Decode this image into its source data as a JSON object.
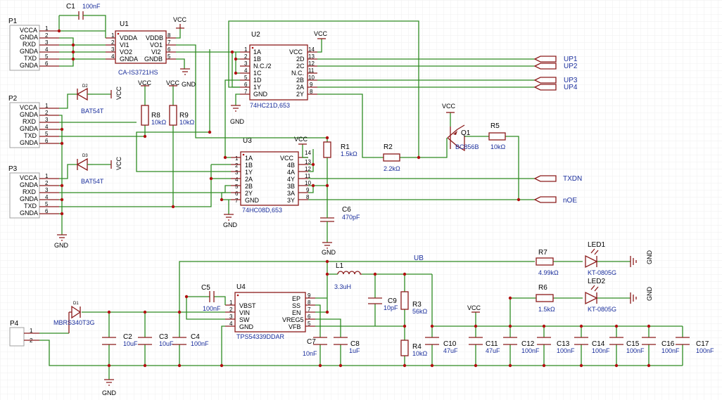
{
  "parts": {
    "P1": "P1",
    "P2": "P2",
    "P3": "P3",
    "P4": "P4",
    "C1": "C1",
    "C1v": "100nF",
    "U1": "U1",
    "U1v": "CA-IS3721HS",
    "U2": "U2",
    "U2v": "74HC21D,653",
    "U3": "U3",
    "U3v": "74HC08D,653",
    "U4": "U4",
    "U4v": "TPS54339DDAR",
    "R1": "R1",
    "R1v": "1.5kΩ",
    "R2": "R2",
    "R2v": "2.2kΩ",
    "R3": "R3",
    "R3v": "56kΩ",
    "R4": "R4",
    "R4v": "10kΩ",
    "R5": "R5",
    "R5v": "10kΩ",
    "R6": "R6",
    "R6v": "1.5kΩ",
    "R7": "R7",
    "R7v": "4.99kΩ",
    "R8": "R8",
    "R8v": "10kΩ",
    "R9": "R9",
    "R9v": "10kΩ",
    "Q1": "Q1",
    "Q1v": "BC856B",
    "D1": "D1",
    "D1v": "MBRS340T3G",
    "D2": "D2",
    "D3": "D3",
    "D2v": "BAT54T",
    "D3v": "BAT54T",
    "L1": "L1",
    "L1v": "3.3uH",
    "LED1": "LED1",
    "LED2": "LED2",
    "LEDv": "KT-0805G",
    "C2": "C2",
    "C2v": "10uF",
    "C3": "C3",
    "C3v": "10uF",
    "C4": "C4",
    "C4v": "100nF",
    "C5": "C5",
    "C5v": "100nF",
    "C6": "C6",
    "C6v": "470pF",
    "C7": "C7",
    "C7v": "10nF",
    "C8": "C8",
    "C8v": "1uF",
    "C9": "C9",
    "C9v": "10pF",
    "C10": "C10",
    "C10v": "47uF",
    "C11": "C11",
    "C11v": "47uF",
    "C12": "C12",
    "C13": "C13",
    "C14": "C14",
    "C15": "C15",
    "C16": "C16",
    "C17": "C17",
    "C100n": "100nF"
  },
  "conn_pins": {
    "vcca": "VCCA",
    "gnda": "GNDA",
    "rxd": "RXD",
    "txd": "TXD"
  },
  "u1_pins": {
    "vdda": "VDDA",
    "vi1": "VI1",
    "vo2": "VO2",
    "gnda": "GNDA",
    "vddb": "VDDB",
    "vo1": "VO1",
    "vi2": "VI2",
    "gndb": "GNDB"
  },
  "u2_pins": {
    "a1": "1A",
    "b1": "1B",
    "nc2": "N.C./2",
    "c1": "1C",
    "d1": "1D",
    "y1": "1Y",
    "gnd": "GND",
    "vcc": "VCC",
    "d2": "2D",
    "c2": "2C",
    "nc": "N.C.",
    "b2": "2B",
    "a2": "2A",
    "y2": "2Y"
  },
  "u3_pins": {
    "a1": "1A",
    "b1": "1B",
    "y1": "1Y",
    "a2": "2A",
    "b2": "2B",
    "y2": "2Y",
    "gnd": "GND",
    "vcc": "VCC",
    "b4": "4B",
    "a4": "4A",
    "y4": "4Y",
    "b3": "3B",
    "a3": "3A",
    "y3": "3Y"
  },
  "u4_pins": {
    "vbst": "VBST",
    "vin": "VIN",
    "sw": "SW",
    "gnd": "GND",
    "ep": "EP",
    "ss": "SS",
    "en": "EN",
    "vreg5": "VREG5",
    "vfb": "VFB"
  },
  "nets": {
    "up1": "UP1",
    "up2": "UP2",
    "up3": "UP3",
    "up4": "UP4",
    "txdn": "TXDN",
    "noe": "nOE",
    "ub": "UB"
  },
  "power": {
    "vcc": "VCC",
    "gnd": "GND"
  },
  "pins": {
    "1": "1",
    "2": "2",
    "3": "3",
    "4": "4",
    "5": "5",
    "6": "6",
    "7": "7",
    "8": "8",
    "9": "9",
    "10": "10",
    "11": "11",
    "12": "12",
    "13": "13",
    "14": "14"
  },
  "colors": {
    "wire": "#2e8b22",
    "part": "#8b1a1a",
    "junction": "#b01010",
    "value": "#1a2e9c"
  }
}
